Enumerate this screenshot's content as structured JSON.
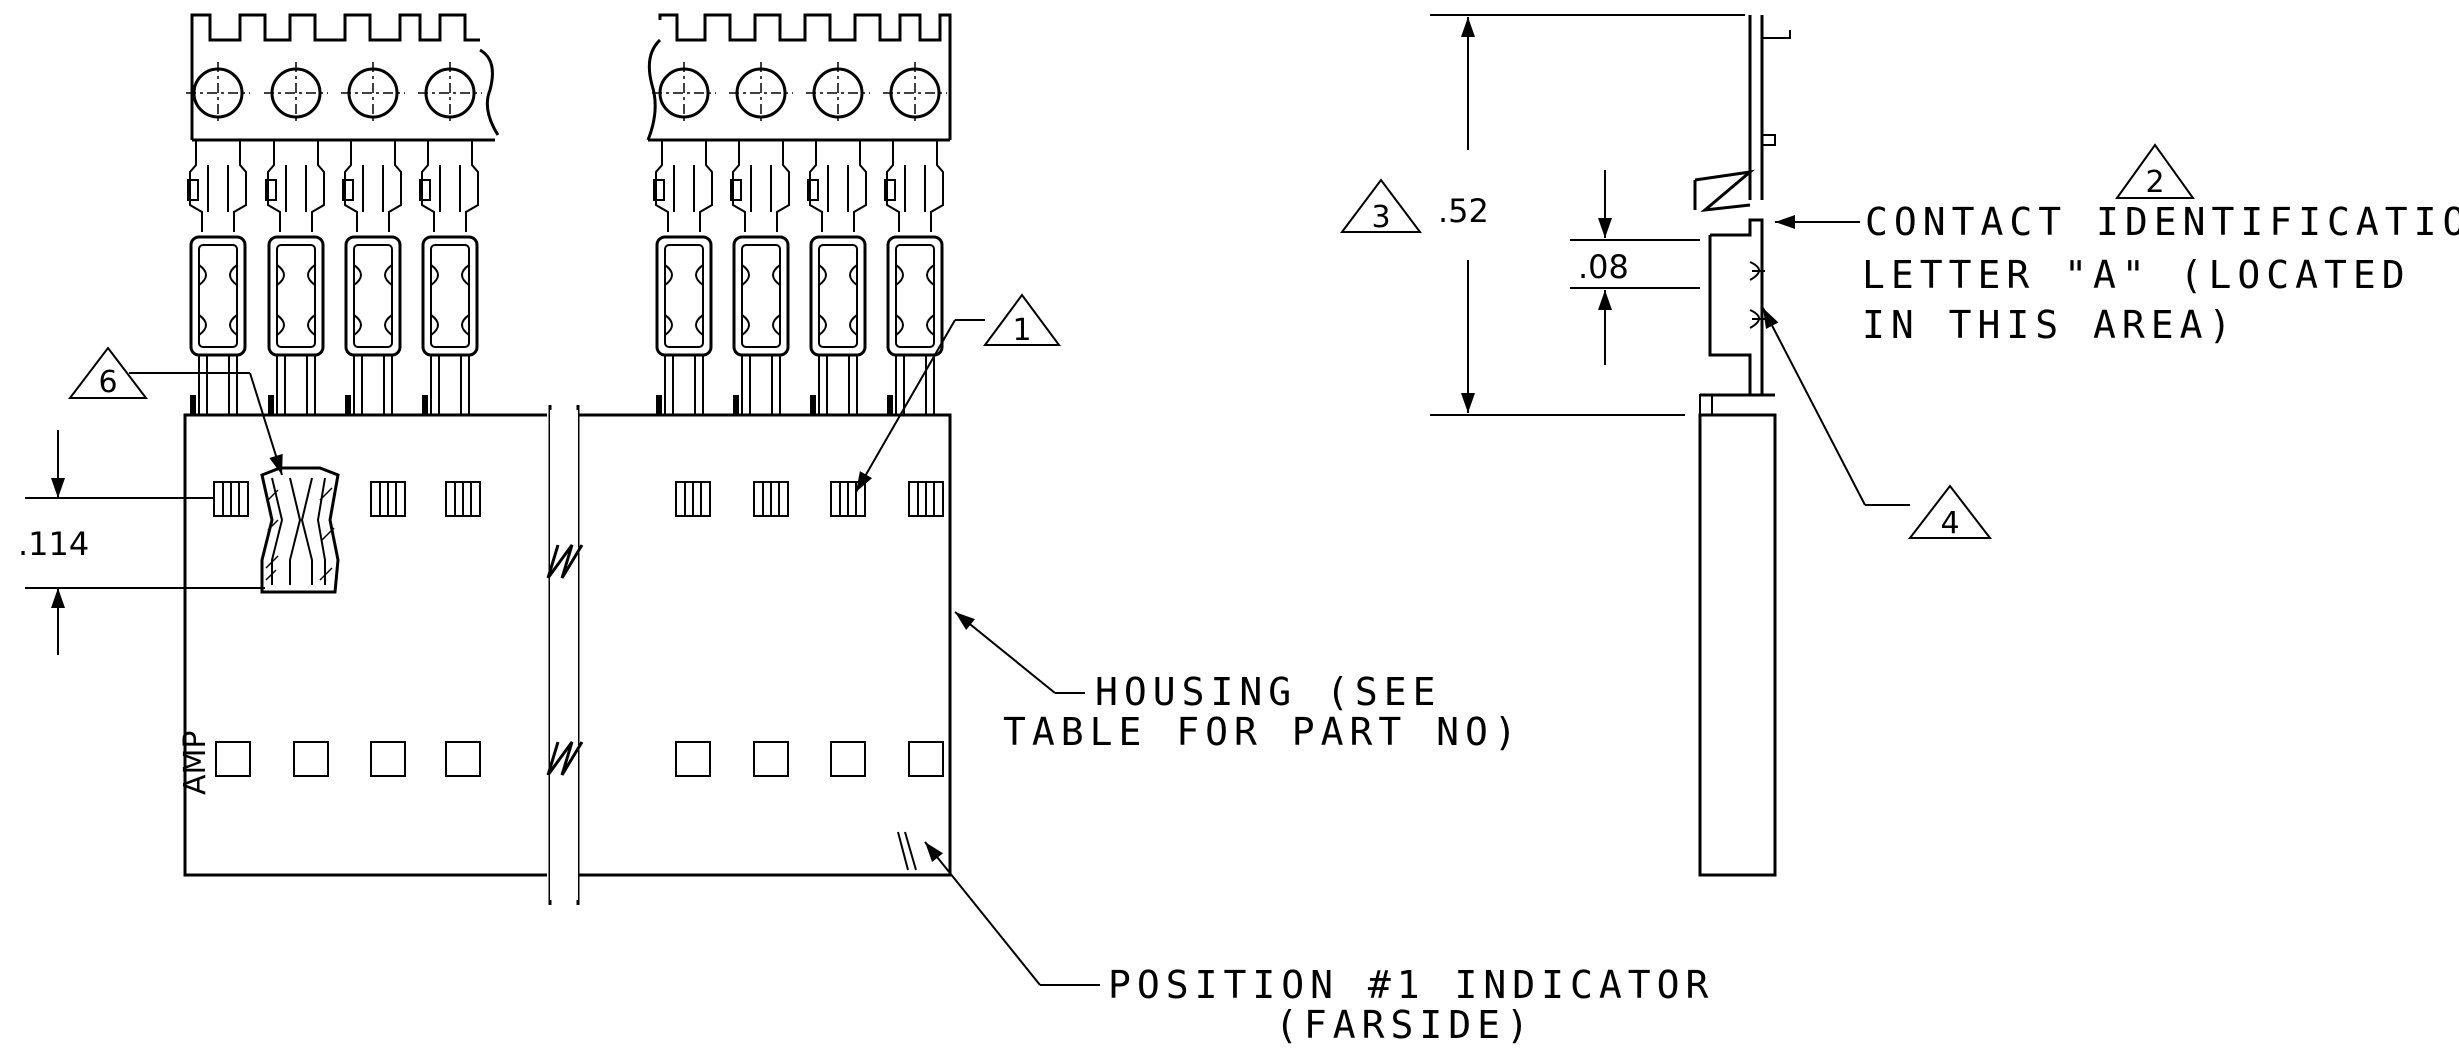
{
  "dimensions": {
    "pitch_vertical": ".114",
    "overall_height": ".52",
    "id_zone": ".08"
  },
  "callouts": {
    "one": "1",
    "two": "2",
    "three": "3",
    "four": "4",
    "six": "6"
  },
  "notes": {
    "housing": [
      "HOUSING (SEE",
      "TABLE FOR PART NO)"
    ],
    "position_indicator": [
      "POSITION #1 INDICATOR",
      "(FARSIDE)"
    ],
    "contact_identification": [
      "CONTACT IDENTIFICATION",
      "LETTER \"A\" (LOCATED",
      "IN THIS AREA)"
    ]
  },
  "housing_marking": "AMP"
}
